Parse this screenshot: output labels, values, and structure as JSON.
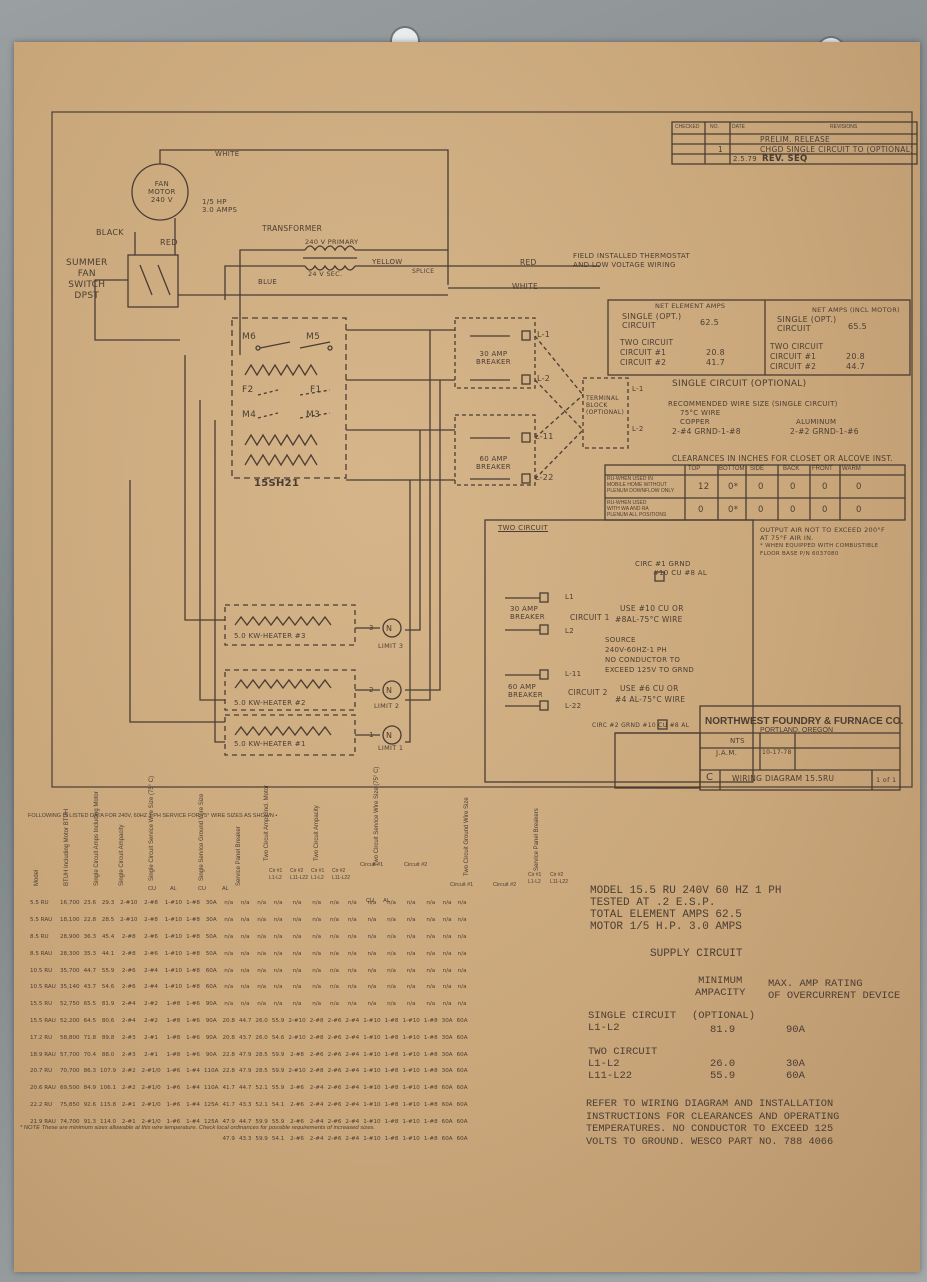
{
  "schematic": {
    "fan_motor": [
      "FAN",
      "MOTOR",
      "240 V"
    ],
    "fan_hp": [
      "1/5 HP",
      "3.0 AMPS"
    ],
    "white_top": "WHITE",
    "black": "BLACK",
    "red": "RED",
    "summer_switch": [
      "SUMMER",
      "FAN",
      "SWITCH",
      "DPST"
    ],
    "transformer": "TRANSFORMER",
    "transformer_primary": "240 V PRIMARY",
    "transformer_secondary": "24 V SEC.",
    "yellow": "YELLOW",
    "splice": "SPLICE",
    "blue": "BLUE",
    "red_line": "RED",
    "white_line": "WHITE",
    "field_note": [
      "FIELD INSTALLED THERMOSTAT",
      "AND LOW VOLTAGE WIRING"
    ],
    "relays": [
      "M6",
      "M5",
      "F2",
      "F1",
      "M4",
      "M3"
    ],
    "module": "15SH21",
    "breaker_30": [
      "30 AMP",
      "BREAKER"
    ],
    "breaker_60": [
      "60 AMP",
      "BREAKER"
    ],
    "l_labels": [
      "L-1",
      "L-2",
      "L-11",
      "L-22"
    ],
    "terminal_block": [
      "TERMINAL",
      "BLOCK",
      "(OPTIONAL)"
    ],
    "tb_l1": "L-1",
    "tb_l2": "L-2",
    "heaters": [
      "5.0 KW-HEATER #3",
      "5.0 KW-HEATER #2",
      "5.0 KW-HEATER #1"
    ],
    "heater_nums": [
      "3",
      "2",
      "1"
    ],
    "limits": [
      "LIMIT 3",
      "LIMIT 2",
      "LIMIT 1"
    ]
  },
  "revisions": {
    "headers": [
      "CHECKED",
      "NO.",
      "DATE",
      "REVISIONS"
    ],
    "rows": [
      {
        "no": "",
        "date": "",
        "text": "PRELIM. RELEASE"
      },
      {
        "no": "1",
        "date": "",
        "text": "CHGD SINGLE CIRCUIT TO (OPTIONAL)"
      },
      {
        "no": "",
        "date": "2.5.79",
        "text": "REV. SEQ"
      }
    ]
  },
  "amps": {
    "net_element": "NET ELEMENT AMPS",
    "net_incl": "NET AMPS (INCL MOTOR)",
    "single_l": [
      "SINGLE (OPT.)",
      "CIRCUIT"
    ],
    "single_l_val": "62.5",
    "single_r": [
      "SINGLE (OPT.)",
      "CIRCUIT"
    ],
    "single_r_val": "65.5",
    "two_l": [
      "TWO CIRCUIT",
      "CIRCUIT #1",
      "CIRCUIT #2"
    ],
    "two_l_vals": [
      "20.8",
      "41.7"
    ],
    "two_r": [
      "TWO CIRCUIT",
      "CIRCUIT #1",
      "CIRCUIT #2"
    ],
    "two_r_vals": [
      "20.8",
      "44.7"
    ]
  },
  "single_circuit": {
    "title": "SINGLE CIRCUIT (OPTIONAL)",
    "rec": "RECOMMENDED WIRE SIZE (SINGLE CIRCUIT)",
    "rec2": "75°C WIRE",
    "copper": "COPPER",
    "copper_val": "2-#4 GRND-1-#8",
    "aluminum": "ALUMINUM",
    "aluminum_val": "2-#2 GRND-1-#6"
  },
  "clearances": {
    "title": "CLEARANCES IN INCHES FOR CLOSET OR ALCOVE INST.",
    "headers": [
      "TOP",
      "BOTTOM",
      "SIDE",
      "BACK",
      "FRONT",
      "WARM"
    ],
    "rows": [
      {
        "label": [
          "RU-WHEN USED IN",
          "MOBILE HOME WITHOUT",
          "PLENUM DOWNFLOW ONLY"
        ],
        "vals": [
          "12",
          "0*",
          "0",
          "0",
          "0",
          "0"
        ]
      },
      {
        "label": [
          "RU-WHEN USED",
          "WITH WA AND RA",
          "PLENUM ALL POSITIONS"
        ],
        "vals": [
          "0",
          "0*",
          "0",
          "0",
          "0",
          "0"
        ]
      }
    ],
    "note": [
      "OUTPUT AIR NOT TO EXCEED 200°F",
      "AT 75°F AIR IN.",
      "* WHEN EQUIPPED WITH COMBUSTIBLE",
      "FLOOR BASE P/N 6037080"
    ]
  },
  "two_circuit": {
    "title": "TWO CIRCUIT",
    "circ1_grnd": [
      "CIRC #1 GRND",
      "#10 CU  #8 AL"
    ],
    "breaker_30": [
      "30 AMP",
      "BREAKER"
    ],
    "breaker_60": [
      "60 AMP",
      "BREAKER"
    ],
    "circuit1": "CIRCUIT 1",
    "circuit2": "CIRCUIT 2",
    "use1": [
      "USE #10 CU OR",
      "#8AL-75°C WIRE"
    ],
    "source": [
      "SOURCE",
      "240V-60HZ-1 PH",
      "NO CONDUCTOR TO",
      "EXCEED 125V TO GRND"
    ],
    "use2": [
      "USE #6 CU OR",
      "#4 AL-75°C WIRE"
    ],
    "circ2_grnd": "CIRC #2 GRND #10 CU  #8 AL",
    "l_labels": [
      "L1",
      "L2",
      "L-11",
      "L-22"
    ]
  },
  "title_block": {
    "company": "NORTHWEST FOUNDRY & FURNACE CO.",
    "city": "PORTLAND, OREGON",
    "scale": "NTS",
    "drawn": "J.A.M.",
    "date": "10-17-78",
    "size": "C",
    "title": "WIRING DIAGRAM  15.5RU",
    "sheet": "1 of 1"
  },
  "data_table": {
    "caption": "FOLLOWING IS LISTED DATA FOR 240V, 60HZ 1 PH SERVICE FOR 75° WIRE SIZES AS SHOWN •",
    "col_headers": [
      "Model",
      "BTUH Including Motor BTUH",
      "Single Circuit Amps Including Motor",
      "Single Circuit Ampacity",
      "Single Circuit Service Wire Size (75° C)",
      "Single Service Ground Wire Size",
      "Service Panel Breaker",
      "Two Circuit Amps Incl. Motor",
      "Two Circuit Ampacity",
      "Two Circuit Service Wire Size (75° C)",
      "Two Circuit Ground Wire Size",
      "Service Panel Breakers"
    ],
    "sub_headers": [
      "CU",
      "AL",
      "CU",
      "AL",
      "Cir #1 L1-L2",
      "Cir #2 L11-L22",
      "Cir #1 L1-L2",
      "Cir #2 L11-L22",
      "Circuit #1",
      "Circuit #2",
      "CU AL",
      "Circuit #1",
      "Circuit #2",
      "Cir #1 L1-L2",
      "Cir #2 L11-L22"
    ],
    "rows": [
      [
        "5.5 RU",
        "16,700",
        "23.6",
        "29.3",
        "2-#10",
        "2-#8",
        "1-#10",
        "1-#8",
        "30A",
        "n/a",
        "n/a",
        "n/a",
        "n/a",
        "n/a",
        "n/a",
        "n/a",
        "n/a",
        "n/a",
        "n/a",
        "n/a",
        "n/a",
        "n/a",
        "n/a"
      ],
      [
        "5.5 RAU",
        "18,100",
        "22.8",
        "28.5",
        "2-#10",
        "2-#8",
        "1-#10",
        "1-#8",
        "30A",
        "n/a",
        "n/a",
        "n/a",
        "n/a",
        "n/a",
        "n/a",
        "n/a",
        "n/a",
        "n/a",
        "n/a",
        "n/a",
        "n/a",
        "n/a",
        "n/a"
      ],
      [
        "8.5 RU",
        "28,900",
        "36.3",
        "45.4",
        "2-#8",
        "2-#6",
        "1-#10",
        "1-#8",
        "50A",
        "n/a",
        "n/a",
        "n/a",
        "n/a",
        "n/a",
        "n/a",
        "n/a",
        "n/a",
        "n/a",
        "n/a",
        "n/a",
        "n/a",
        "n/a",
        "n/a"
      ],
      [
        "8.5 RAU",
        "28,300",
        "35.3",
        "44.1",
        "2-#8",
        "2-#6",
        "1-#10",
        "1-#8",
        "50A",
        "n/a",
        "n/a",
        "n/a",
        "n/a",
        "n/a",
        "n/a",
        "n/a",
        "n/a",
        "n/a",
        "n/a",
        "n/a",
        "n/a",
        "n/a",
        "n/a"
      ],
      [
        "10.5 RU",
        "35,700",
        "44.7",
        "55.9",
        "2-#6",
        "2-#4",
        "1-#10",
        "1-#8",
        "60A",
        "n/a",
        "n/a",
        "n/a",
        "n/a",
        "n/a",
        "n/a",
        "n/a",
        "n/a",
        "n/a",
        "n/a",
        "n/a",
        "n/a",
        "n/a",
        "n/a"
      ],
      [
        "10.5 RAU",
        "35,140",
        "43.7",
        "54.6",
        "2-#6",
        "2-#4",
        "1-#10",
        "1-#8",
        "60A",
        "n/a",
        "n/a",
        "n/a",
        "n/a",
        "n/a",
        "n/a",
        "n/a",
        "n/a",
        "n/a",
        "n/a",
        "n/a",
        "n/a",
        "n/a",
        "n/a"
      ],
      [
        "15.5 RU",
        "52,750",
        "65.5",
        "81.9",
        "2-#4",
        "2-#2",
        "1-#8",
        "1-#6",
        "90A",
        "n/a",
        "n/a",
        "n/a",
        "n/a",
        "n/a",
        "n/a",
        "n/a",
        "n/a",
        "n/a",
        "n/a",
        "n/a",
        "n/a",
        "n/a",
        "n/a"
      ],
      [
        "15.5 RAU",
        "52,200",
        "64.5",
        "80.6",
        "2-#4",
        "2-#2",
        "1-#8",
        "1-#6",
        "90A",
        "20.8",
        "44.7",
        "26.0",
        "55.9",
        "2-#10",
        "2-#8",
        "2-#6",
        "2-#4",
        "1-#10",
        "1-#8",
        "1-#10",
        "1-#8",
        "30A",
        "60A"
      ],
      [
        "17.2 RU",
        "58,800",
        "71.8",
        "89.8",
        "2-#3",
        "2-#1",
        "1-#8",
        "1-#6",
        "90A",
        "20.8",
        "43.7",
        "26.0",
        "54.6",
        "2-#10",
        "2-#8",
        "2-#6",
        "2-#4",
        "1-#10",
        "1-#8",
        "1-#10",
        "1-#8",
        "30A",
        "60A"
      ],
      [
        "18.9 RAU",
        "57,700",
        "70.4",
        "88.0",
        "2-#3",
        "2-#1",
        "1-#8",
        "1-#6",
        "90A",
        "22.8",
        "47.9",
        "28.5",
        "59.9",
        "2-#8",
        "2-#6",
        "2-#6",
        "2-#4",
        "1-#10",
        "1-#8",
        "1-#10",
        "1-#8",
        "30A",
        "60A"
      ],
      [
        "20.7 RU",
        "70,700",
        "86.3",
        "107.9",
        "2-#2",
        "2-#1/0",
        "1-#6",
        "1-#4",
        "110A",
        "22.8",
        "47.9",
        "28.5",
        "59.9",
        "2-#10",
        "2-#8",
        "2-#6",
        "2-#4",
        "1-#10",
        "1-#8",
        "1-#10",
        "1-#8",
        "30A",
        "60A"
      ],
      [
        "20.6 RAU",
        "69,500",
        "84.9",
        "106.1",
        "2-#2",
        "2-#1/0",
        "1-#6",
        "1-#4",
        "110A",
        "41.7",
        "44.7",
        "52.1",
        "55.9",
        "2-#6",
        "2-#4",
        "2-#6",
        "2-#4",
        "1-#10",
        "1-#8",
        "1-#10",
        "1-#8",
        "60A",
        "60A"
      ],
      [
        "22.2 RU",
        "75,850",
        "92.6",
        "115.8",
        "2-#1",
        "2-#1/0",
        "1-#6",
        "1-#4",
        "125A",
        "41.7",
        "43.3",
        "52.1",
        "54.1",
        "2-#6",
        "2-#4",
        "2-#6",
        "2-#4",
        "1-#10",
        "1-#8",
        "1-#10",
        "1-#8",
        "60A",
        "60A"
      ],
      [
        "21.9 RAU",
        "74,700",
        "91.3",
        "114.0",
        "2-#1",
        "2-#1/0",
        "1-#6",
        "1-#4",
        "125A",
        "47.9",
        "44.7",
        "59.9",
        "55.9",
        "2-#6",
        "2-#4",
        "2-#6",
        "2-#4",
        "1-#10",
        "1-#8",
        "1-#10",
        "1-#8",
        "60A",
        "60A"
      ]
    ],
    "extra_row": [
      "",
      "",
      "",
      "",
      "",
      "",
      "",
      "",
      "",
      "47.9",
      "43.3",
      "59.9",
      "54.1",
      "2-#6",
      "2-#4",
      "2-#6",
      "2-#4",
      "1-#10",
      "1-#8",
      "1-#10",
      "1-#8",
      "60A",
      "60A"
    ],
    "note": "* NOTE  These are minimum sizes allowable at this wire temperature.  Check local ordinances for possible requirements of increased sizes."
  },
  "spec": {
    "lines": [
      "MODEL 15.5 RU 240V 60 HZ 1 PH",
      "TESTED AT .2 E.S.P.",
      "TOTAL ELEMENT AMPS 62.5",
      "MOTOR 1/5 H.P.  3.0 AMPS"
    ],
    "supply": "SUPPLY CIRCUIT",
    "min_amp": [
      "MINIMUM",
      "AMPACITY"
    ],
    "max_amp": [
      "MAX. AMP RATING",
      "OF OVERCURRENT DEVICE"
    ],
    "single": [
      "SINGLE CIRCUIT",
      "L1-L2"
    ],
    "optional": "(OPTIONAL)",
    "single_vals": [
      "81.9",
      "90A"
    ],
    "two": [
      "TWO CIRCUIT",
      "L1-L2",
      "L11-L22"
    ],
    "two_min": [
      "26.0",
      "55.9"
    ],
    "two_max": [
      "30A",
      "60A"
    ],
    "refer": [
      "REFER TO WIRING DIAGRAM AND INSTALLATION",
      "INSTRUCTIONS FOR CLEARANCES AND OPERATING",
      "TEMPERATURES.  NO CONDUCTOR TO EXCEED 125",
      "VOLTS TO GROUND.  WESCO PART NO. 788 4066"
    ]
  }
}
